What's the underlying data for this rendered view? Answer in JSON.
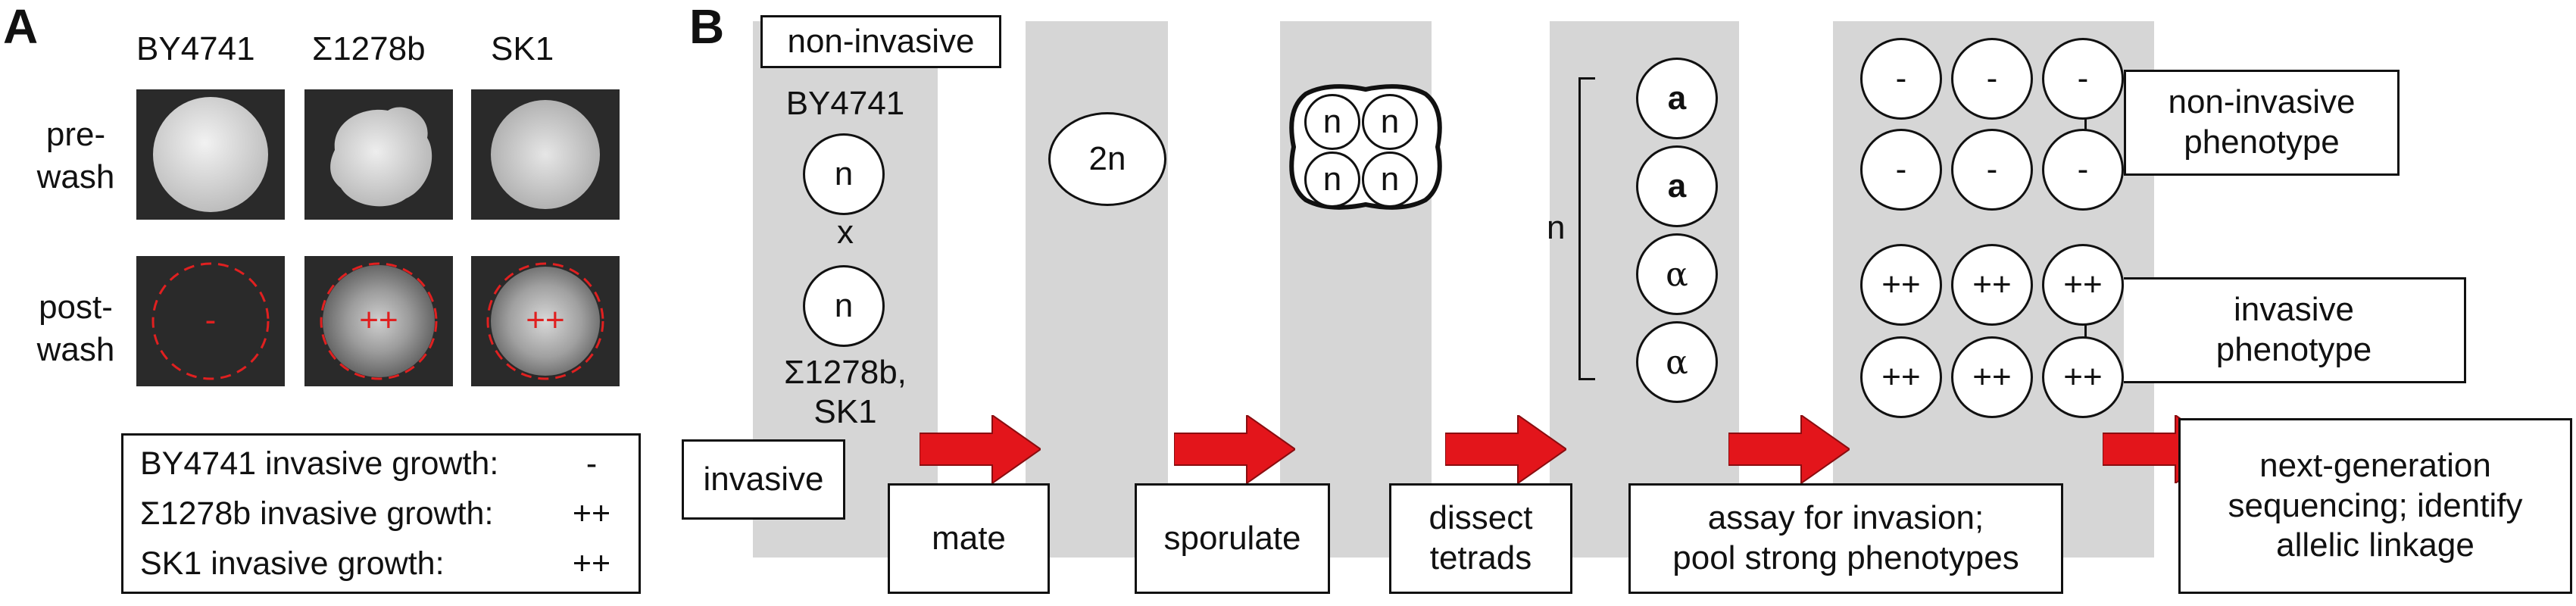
{
  "panel_a": {
    "letter": "A",
    "strains": [
      "BY4741",
      "Σ1278b",
      "SK1"
    ],
    "row_labels": [
      "pre-\nwash",
      "post-\nwash"
    ],
    "post_wash_marks": [
      "-",
      "++",
      "++"
    ],
    "legend": [
      {
        "label": "BY4741 invasive growth:",
        "value": "-"
      },
      {
        "label": "Σ1278b invasive growth:",
        "value": "++"
      },
      {
        "label": "SK1 invasive growth:",
        "value": "++"
      }
    ],
    "colors": {
      "dashed_circle": "#e02020",
      "mark": "#e02020"
    }
  },
  "panel_b": {
    "letter": "B",
    "non_invasive_label": "non-invasive",
    "invasive_label": "invasive",
    "parent1": "BY4741",
    "haploid": "n",
    "cross": "x",
    "parent2": "Σ1278b,\nSK1",
    "diploid": "2n",
    "tetrad_spores": [
      "n",
      "n",
      "n",
      "n"
    ],
    "segregant_label": "n",
    "segregants": [
      "a",
      "a",
      "α",
      "α"
    ],
    "non_invasive_phenotype": "non-invasive\nphenotype",
    "invasive_phenotype": "invasive\nphenotype",
    "minus_marks": [
      "-",
      "-",
      "-",
      "-",
      "-",
      "-"
    ],
    "plus_marks": [
      "++",
      "++",
      "++",
      "++",
      "++",
      "++"
    ],
    "steps": [
      "mate",
      "sporulate",
      "dissect\ntetrads",
      "assay for invasion;\npool strong phenotypes",
      "next-generation\nsequencing; identify\nallelic linkage"
    ],
    "colors": {
      "arrow": "#e3151b",
      "lane": "#d6d6d6"
    }
  }
}
